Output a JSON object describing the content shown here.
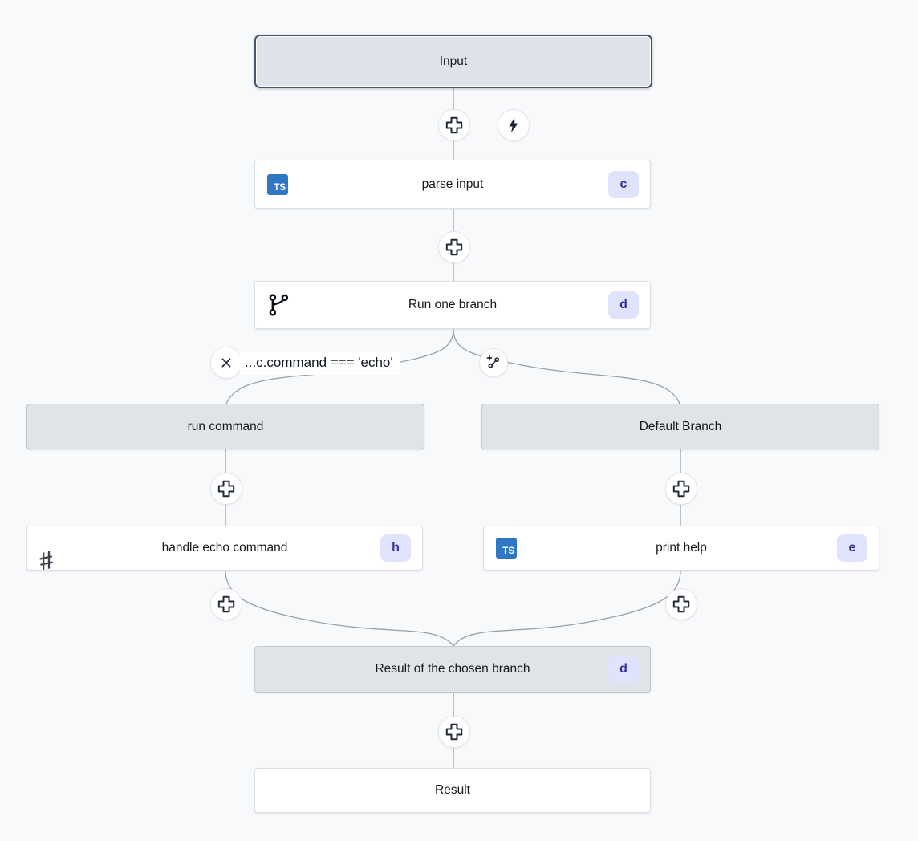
{
  "flow": {
    "title_hint": "workflow-canvas",
    "nodes": {
      "input": {
        "label": "Input"
      },
      "parse_input": {
        "label": "parse input",
        "badge": "c",
        "icon": "typescript"
      },
      "run_one_branch": {
        "label": "Run one branch",
        "badge": "d",
        "icon": "git-branch"
      },
      "run_command": {
        "label": "run command"
      },
      "default_branch": {
        "label": "Default Branch"
      },
      "handle_echo": {
        "label": "handle echo command",
        "badge": "h",
        "icon": "hash"
      },
      "print_help": {
        "label": "print help",
        "badge": "e",
        "icon": "typescript"
      },
      "result_branch": {
        "label": "Result of the chosen branch",
        "badge": "d"
      },
      "result": {
        "label": "Result"
      }
    },
    "condition": {
      "label": "...c.command === 'echo'"
    },
    "ts_logo_text": "TS",
    "hash_glyph": "#",
    "colors": {
      "canvas_bg": "#f8f9fb",
      "node_white": "#ffffff",
      "node_gray": "#dfe4e9",
      "selected_border": "#475569",
      "badge_bg": "#dfe4fc",
      "badge_text": "#33309e",
      "typescript_blue": "#2f77c4",
      "edge_gray": "#9aa0a8"
    }
  }
}
